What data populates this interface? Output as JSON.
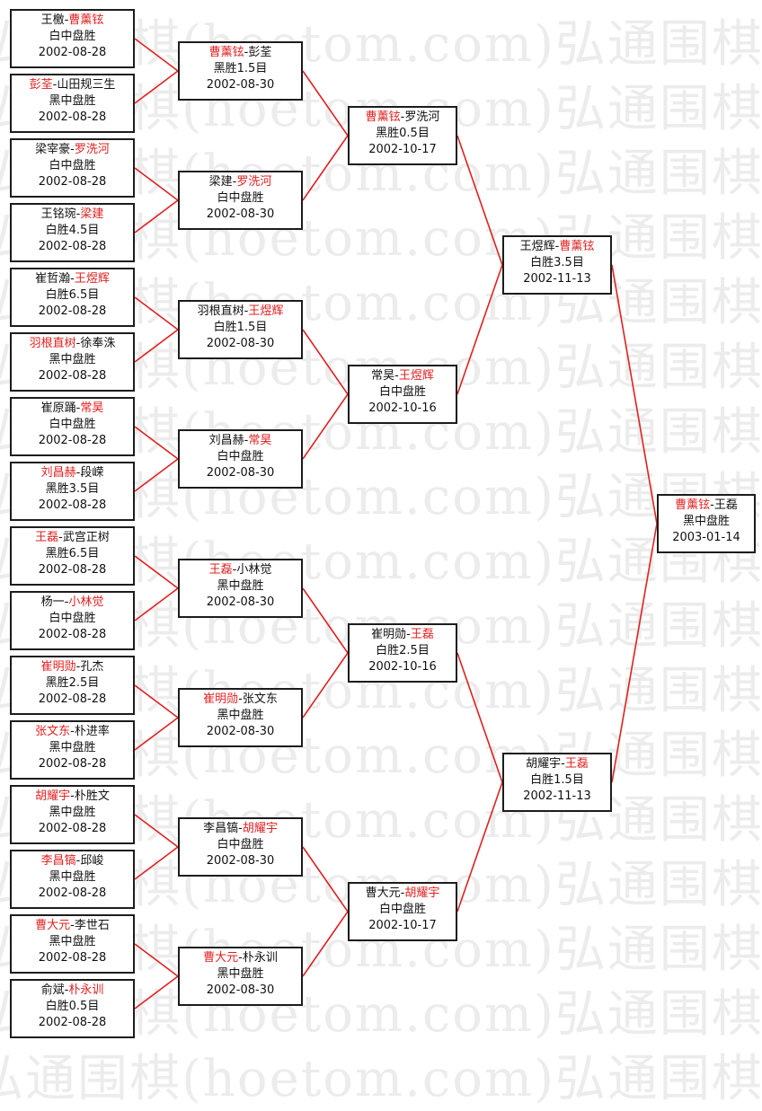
{
  "watermark": "弘通围棋(hoetom.com)弘通围棋",
  "colors": {
    "winner": "#e02020",
    "connector": "#e02020",
    "border": "#1c1c1c"
  },
  "rounds": [
    [
      {
        "p1": "王檄",
        "p2": "曹薰铉",
        "winner": 2,
        "result": "白中盘胜",
        "date": "2002-08-28"
      },
      {
        "p1": "彭荃",
        "p2": "山田规三生",
        "winner": 1,
        "result": "黑中盘胜",
        "date": "2002-08-28"
      },
      {
        "p1": "梁宰豪",
        "p2": "罗洗河",
        "winner": 2,
        "result": "白中盘胜",
        "date": "2002-08-28"
      },
      {
        "p1": "王铭琬",
        "p2": "梁建",
        "winner": 2,
        "result": "白胜4.5目",
        "date": "2002-08-28"
      },
      {
        "p1": "崔哲瀚",
        "p2": "王煜辉",
        "winner": 2,
        "result": "白胜6.5目",
        "date": "2002-08-28"
      },
      {
        "p1": "羽根直树",
        "p2": "徐奉洙",
        "winner": 1,
        "result": "黑中盘胜",
        "date": "2002-08-28"
      },
      {
        "p1": "崔原踊",
        "p2": "常昊",
        "winner": 2,
        "result": "白中盘胜",
        "date": "2002-08-28"
      },
      {
        "p1": "刘昌赫",
        "p2": "段嵘",
        "winner": 1,
        "result": "黑胜3.5目",
        "date": "2002-08-28"
      },
      {
        "p1": "王磊",
        "p2": "武宫正树",
        "winner": 1,
        "result": "黑胜6.5目",
        "date": "2002-08-28"
      },
      {
        "p1": "杨一",
        "p2": "小林觉",
        "winner": 2,
        "result": "白中盘胜",
        "date": "2002-08-28"
      },
      {
        "p1": "崔明勋",
        "p2": "孔杰",
        "winner": 1,
        "result": "黑胜2.5目",
        "date": "2002-08-28"
      },
      {
        "p1": "张文东",
        "p2": "朴进率",
        "winner": 1,
        "result": "黑中盘胜",
        "date": "2002-08-28"
      },
      {
        "p1": "胡耀宇",
        "p2": "朴胜文",
        "winner": 1,
        "result": "黑中盘胜",
        "date": "2002-08-28"
      },
      {
        "p1": "李昌镐",
        "p2": "邱峻",
        "winner": 1,
        "result": "黑中盘胜",
        "date": "2002-08-28"
      },
      {
        "p1": "曹大元",
        "p2": "李世石",
        "winner": 1,
        "result": "黑中盘胜",
        "date": "2002-08-28"
      },
      {
        "p1": "俞斌",
        "p2": "朴永训",
        "winner": 2,
        "result": "白胜0.5目",
        "date": "2002-08-28"
      }
    ],
    [
      {
        "p1": "曹薰铉",
        "p2": "彭荃",
        "winner": 1,
        "result": "黑胜1.5目",
        "date": "2002-08-30"
      },
      {
        "p1": "梁建",
        "p2": "罗洗河",
        "winner": 2,
        "result": "白中盘胜",
        "date": "2002-08-30"
      },
      {
        "p1": "羽根直树",
        "p2": "王煜辉",
        "winner": 2,
        "result": "白胜1.5目",
        "date": "2002-08-30"
      },
      {
        "p1": "刘昌赫",
        "p2": "常昊",
        "winner": 2,
        "result": "白中盘胜",
        "date": "2002-08-30"
      },
      {
        "p1": "王磊",
        "p2": "小林觉",
        "winner": 1,
        "result": "黑中盘胜",
        "date": "2002-08-30"
      },
      {
        "p1": "崔明勋",
        "p2": "张文东",
        "winner": 1,
        "result": "黑中盘胜",
        "date": "2002-08-30"
      },
      {
        "p1": "李昌镐",
        "p2": "胡耀宇",
        "winner": 2,
        "result": "白中盘胜",
        "date": "2002-08-30"
      },
      {
        "p1": "曹大元",
        "p2": "朴永训",
        "winner": 1,
        "result": "黑中盘胜",
        "date": "2002-08-30"
      }
    ],
    [
      {
        "p1": "曹薰铉",
        "p2": "罗洗河",
        "winner": 1,
        "result": "黑胜0.5目",
        "date": "2002-10-17"
      },
      {
        "p1": "常昊",
        "p2": "王煜辉",
        "winner": 2,
        "result": "白中盘胜",
        "date": "2002-10-16"
      },
      {
        "p1": "崔明勋",
        "p2": "王磊",
        "winner": 2,
        "result": "白胜2.5目",
        "date": "2002-10-16"
      },
      {
        "p1": "曹大元",
        "p2": "胡耀宇",
        "winner": 2,
        "result": "白中盘胜",
        "date": "2002-10-17"
      }
    ],
    [
      {
        "p1": "王煜辉",
        "p2": "曹薰铉",
        "winner": 2,
        "result": "白胜3.5目",
        "date": "2002-11-13"
      },
      {
        "p1": "胡耀宇",
        "p2": "王磊",
        "winner": 2,
        "result": "白胜1.5目",
        "date": "2002-11-13"
      }
    ],
    [
      {
        "p1": "曹薰铉",
        "p2": "王磊",
        "winner": 1,
        "result": "黑中盘胜",
        "date": "2003-01-14"
      }
    ]
  ]
}
